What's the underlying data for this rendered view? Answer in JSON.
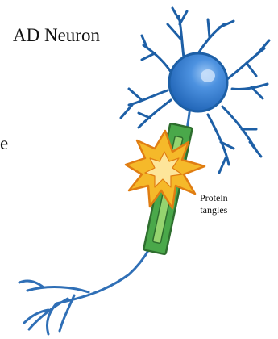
{
  "diagram": {
    "title": "AD Neuron",
    "edge_text": "e",
    "annotation": {
      "line1": "Protein",
      "line2": "tangles"
    }
  },
  "colors": {
    "dendrite": "#1d5fa6",
    "soma_fill": "#2f78cf",
    "soma_stroke": "#1d5fa6",
    "axon": "#2f6fb6",
    "myelin_fill": "#4aa84a",
    "myelin_stroke": "#2e6e2e",
    "tangle_fill": "#f5b92a",
    "tangle_stroke": "#e07d12"
  },
  "icons": [
    "neuron-diagram"
  ]
}
